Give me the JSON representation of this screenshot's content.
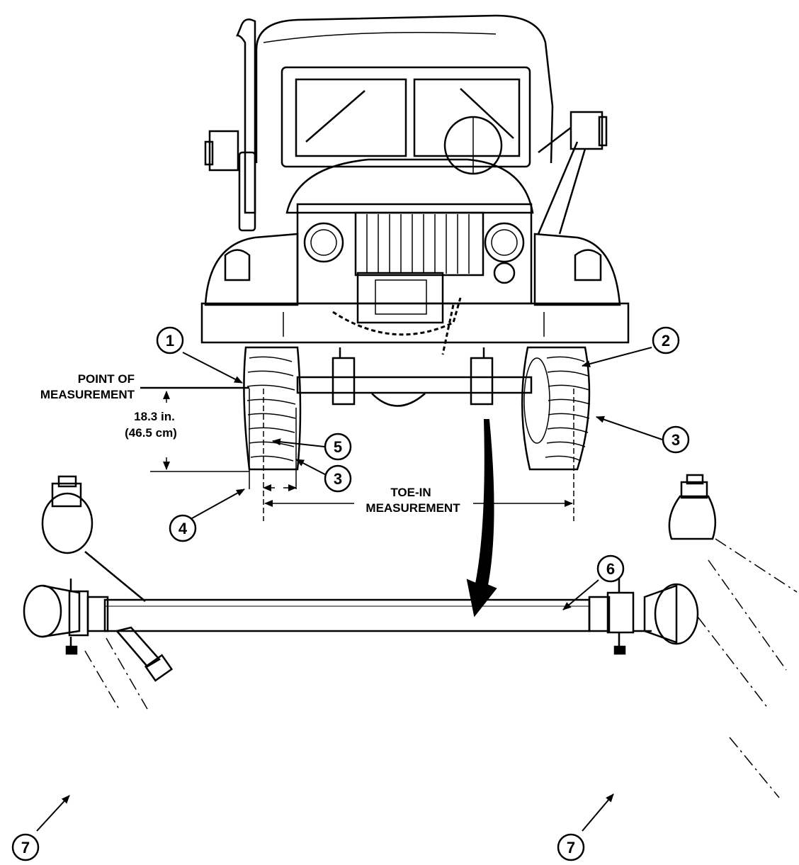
{
  "figure": {
    "labels": {
      "point_of_measurement_line1": "POINT OF",
      "point_of_measurement_line2": "MEASUREMENT",
      "height_in": "18.3 in.",
      "height_cm": "(46.5 cm)",
      "toe_in_line1": "TOE-IN",
      "toe_in_line2": "MEASUREMENT"
    },
    "callouts": [
      {
        "id": "c1",
        "number": "1"
      },
      {
        "id": "c2",
        "number": "2"
      },
      {
        "id": "c3a",
        "number": "3"
      },
      {
        "id": "c3b",
        "number": "3"
      },
      {
        "id": "c4",
        "number": "4"
      },
      {
        "id": "c5",
        "number": "5"
      },
      {
        "id": "c6",
        "number": "6"
      },
      {
        "id": "c7a",
        "number": "7"
      },
      {
        "id": "c7b",
        "number": "7"
      }
    ]
  }
}
